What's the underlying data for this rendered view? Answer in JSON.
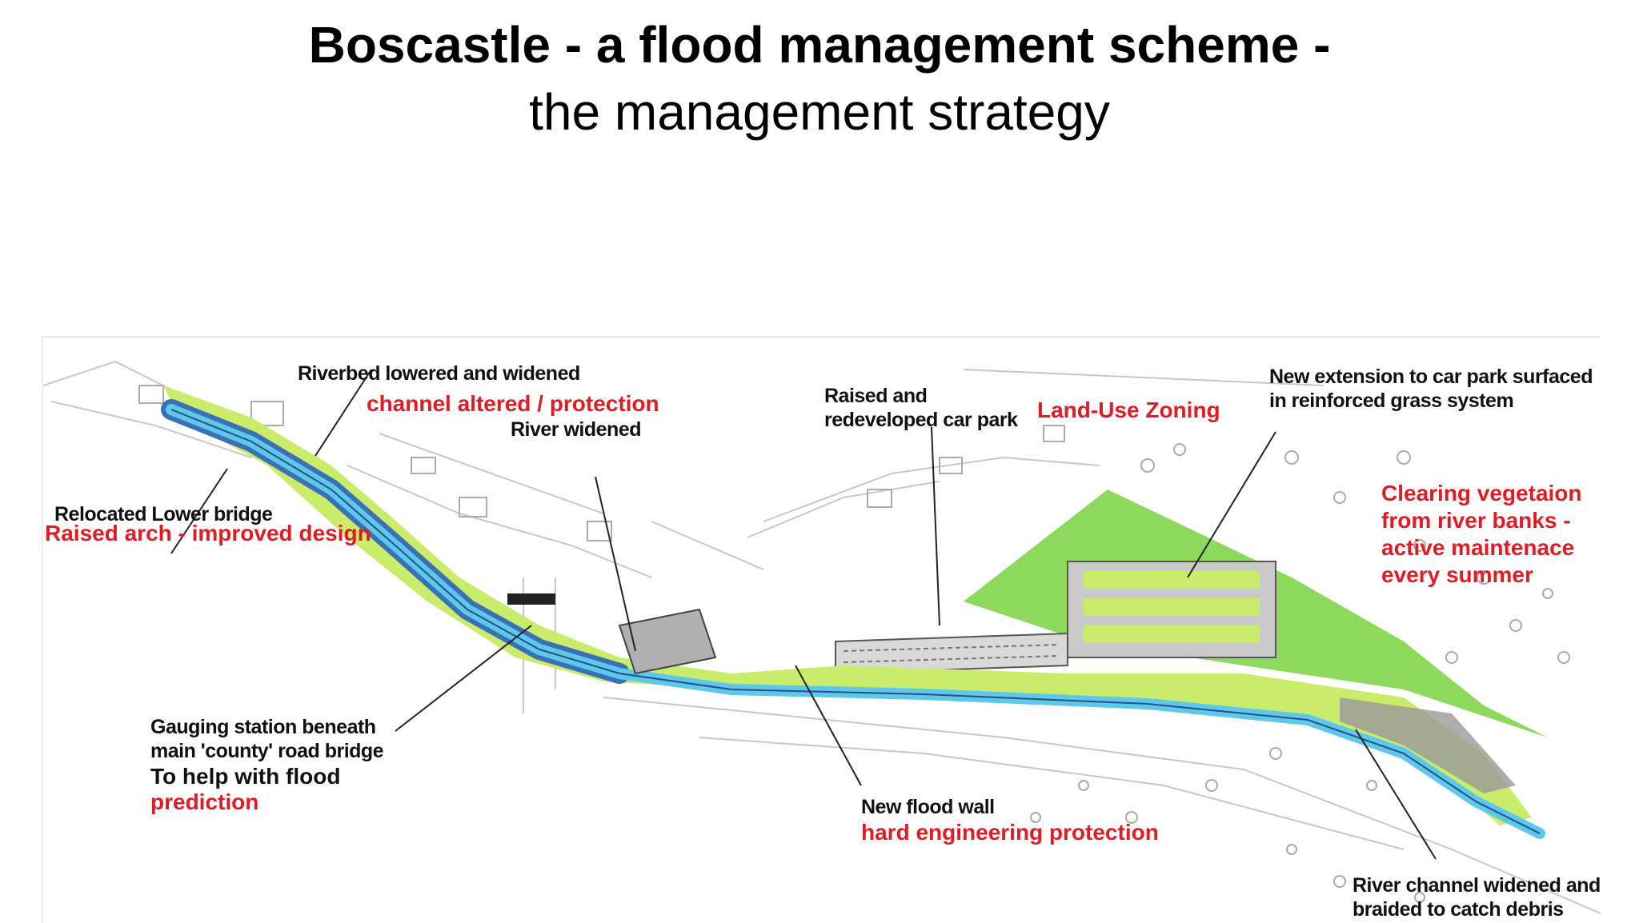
{
  "slide": {
    "title": "Boscastle - a flood management scheme -",
    "subtitle": "the management strategy"
  },
  "labels": {
    "riverbed": "Riverbed lowered and widened",
    "channel_altered": "channel altered / protection",
    "river_widened": "River widened",
    "relocated_bridge": "Relocated Lower bridge",
    "raised_arch": "Raised arch - improved design",
    "gauging_line1": "Gauging station beneath",
    "gauging_line2": "main 'county' road bridge",
    "help_flood": "To help with flood",
    "prediction": "prediction",
    "raised_line1": "Raised and",
    "raised_line2": "redeveloped car park",
    "land_use": "Land-Use Zoning",
    "extension_line1": "New extension to car park surfaced",
    "extension_line2": "in reinforced grass system",
    "clearing_line1": "Clearing vegetaion",
    "clearing_line2": "from river banks -",
    "clearing_line3": "active maintenace",
    "clearing_line4": "every summer",
    "flood_wall": "New flood wall",
    "hard_engineering": "hard engineering protection",
    "braided_line1": "River channel widened and",
    "braided_line2": "braided to catch debris"
  },
  "colors": {
    "river": "#5bc8ec",
    "river_dark": "#3b6fb6",
    "green_light": "#c9ec6a",
    "green_mid": "#7fd54a",
    "annotation_red": "#e31b23",
    "road_gray": "#9a9a9a"
  }
}
